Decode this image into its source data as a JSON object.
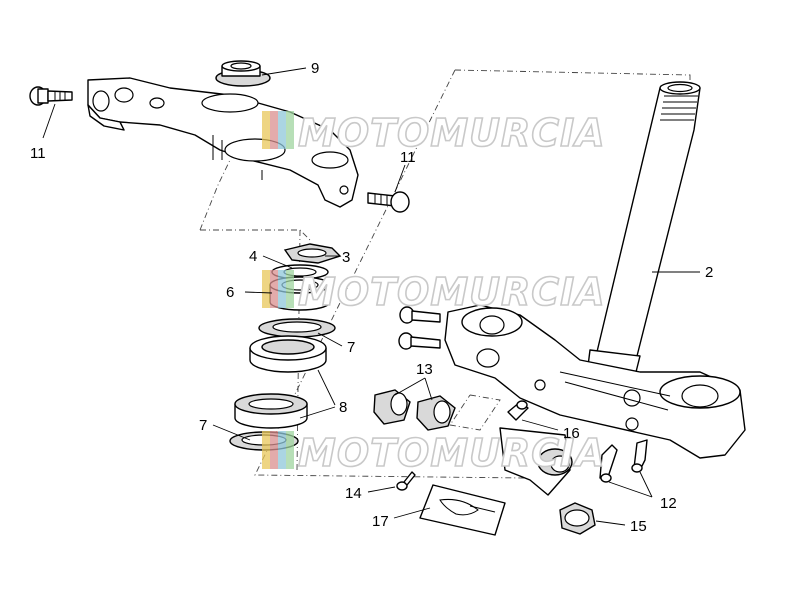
{
  "callouts": {
    "c2": "2",
    "c3": "3",
    "c4": "4",
    "c6": "6",
    "c7a": "7",
    "c7b": "7",
    "c8": "8",
    "c9": "9",
    "c11a": "11",
    "c11b": "11",
    "c12": "12",
    "c13": "13",
    "c14": "14",
    "c15": "15",
    "c16": "16",
    "c17": "17"
  },
  "watermark": {
    "text": "MOTOMURCIA",
    "colors": [
      "#e8c75a",
      "#d98f8f",
      "#8fc7d9",
      "#9fd49f"
    ]
  }
}
